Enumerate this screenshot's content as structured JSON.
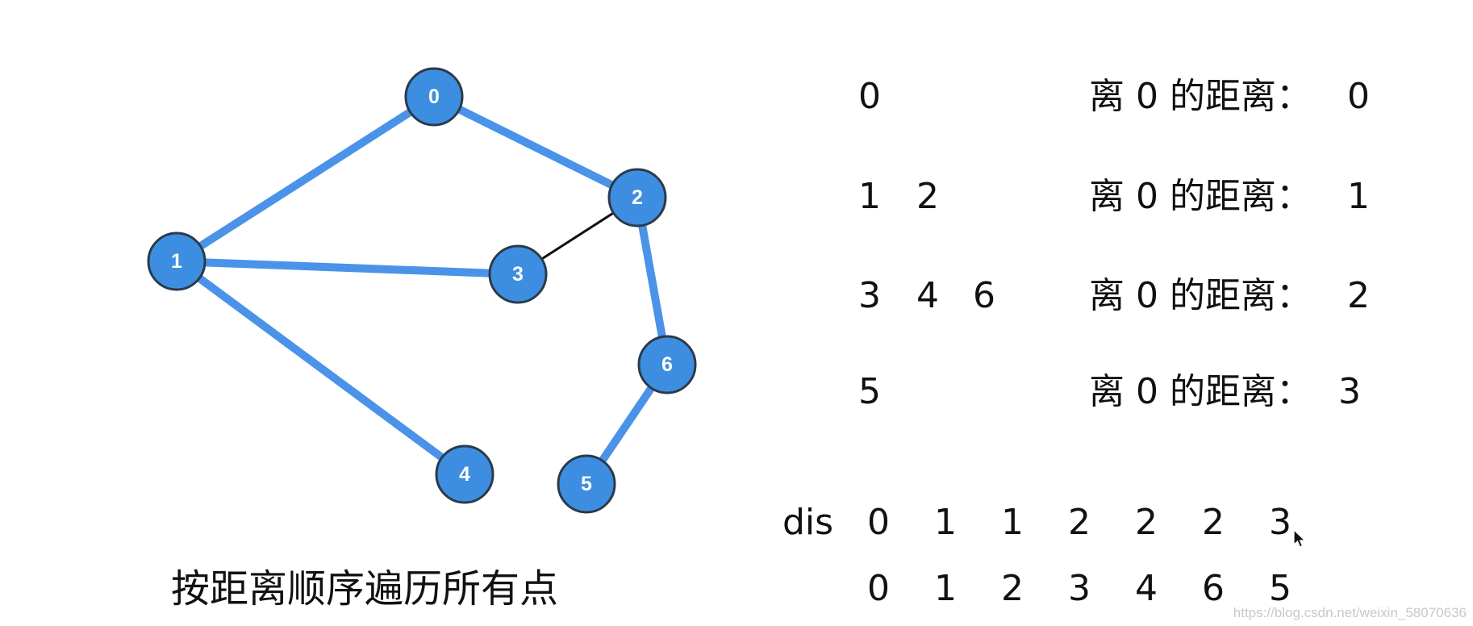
{
  "graph": {
    "nodes": [
      {
        "id": "0",
        "label": "0"
      },
      {
        "id": "1",
        "label": "1"
      },
      {
        "id": "2",
        "label": "2"
      },
      {
        "id": "3",
        "label": "3"
      },
      {
        "id": "4",
        "label": "4"
      },
      {
        "id": "5",
        "label": "5"
      },
      {
        "id": "6",
        "label": "6"
      }
    ],
    "edges": [
      {
        "from": "0",
        "to": "1",
        "highlighted": true
      },
      {
        "from": "0",
        "to": "2",
        "highlighted": true
      },
      {
        "from": "1",
        "to": "3",
        "highlighted": true
      },
      {
        "from": "1",
        "to": "4",
        "highlighted": true
      },
      {
        "from": "2",
        "to": "6",
        "highlighted": true
      },
      {
        "from": "6",
        "to": "5",
        "highlighted": true
      },
      {
        "from": "2",
        "to": "3",
        "highlighted": false
      }
    ],
    "colors": {
      "node_fill": "#3d8ee0",
      "node_stroke": "#2b3a4a",
      "highlight_edge": "#4a93e8",
      "plain_edge": "#111111"
    }
  },
  "caption": "按距离顺序遍历所有点",
  "levels": [
    {
      "nodes": [
        "0"
      ],
      "label": "离 0 的距离：",
      "distance": "0"
    },
    {
      "nodes": [
        "1",
        "2"
      ],
      "label": "离 0 的距离：",
      "distance": "1"
    },
    {
      "nodes": [
        "3",
        "4",
        "6"
      ],
      "label": "离 0 的距离：",
      "distance": "2"
    },
    {
      "nodes": [
        "5"
      ],
      "label": "离 0 的距离：",
      "distance": "3"
    }
  ],
  "dis_table": {
    "label": "dis",
    "distances": [
      "0",
      "1",
      "1",
      "2",
      "2",
      "2",
      "3"
    ],
    "order": [
      "0",
      "1",
      "2",
      "3",
      "4",
      "6",
      "5"
    ]
  },
  "watermark": "https://blog.csdn.net/weixin_58070636"
}
